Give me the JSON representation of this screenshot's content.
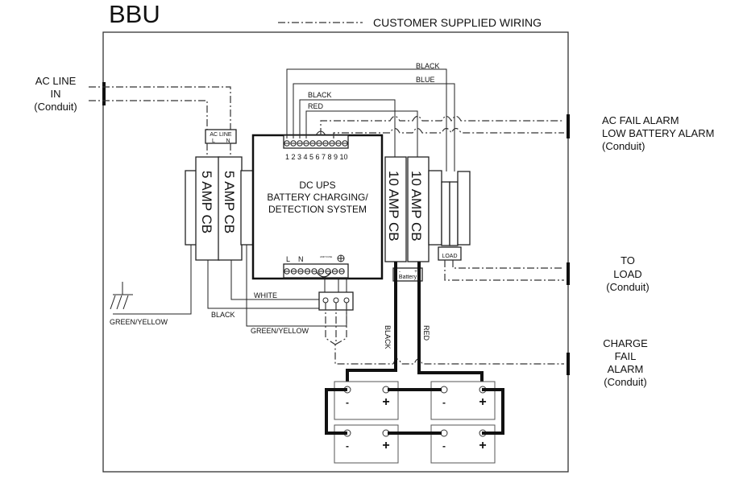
{
  "title": "BBU",
  "legend": {
    "label": "CUSTOMER SUPPLIED WIRING"
  },
  "external_labels": {
    "ac_line_in": [
      "AC LINE",
      "IN",
      "(Conduit)"
    ],
    "ac_fail_alarm": "AC FAIL ALARM",
    "low_battery_alarm": "LOW BATTERY ALARM",
    "alarm_conduit": "(Conduit)",
    "to_load": [
      "TO",
      "LOAD",
      "(Conduit)"
    ],
    "charge_fail_alarm": [
      "CHARGE",
      "FAIL",
      "ALARM",
      "(Conduit)"
    ]
  },
  "terminal_blocks": {
    "ac_line": {
      "label": "AC LINE",
      "l": "L",
      "n": "N"
    },
    "load": {
      "label": "LOAD",
      "minus": "-",
      "plus": "+"
    },
    "battery": {
      "label": "Battery",
      "minus": "-",
      "plus": "+"
    }
  },
  "main_unit": {
    "lines": [
      "DC UPS",
      "BATTERY CHARGING/",
      "DETECTION SYSTEM"
    ],
    "terminal_numbers": "1 2 3 4 5 6 7 8 9 10",
    "input_l": "L",
    "input_n": "N",
    "input_small_label": "AMP FUSE",
    "ground_symbol": "⊕"
  },
  "breakers": [
    {
      "label": "5 AMP CB"
    },
    {
      "label": "5 AMP CB"
    },
    {
      "label": "10 AMP CB"
    },
    {
      "label": "10 AMP CB"
    }
  ],
  "wire_labels": {
    "black_top": "BLACK",
    "blue": "BLUE",
    "black_inner": "BLACK",
    "red_inner": "RED",
    "white": "WHITE",
    "black_input": "BLACK",
    "green_yellow_input": "GREEN/YELLOW",
    "green_yellow_ground": "GREEN/YELLOW",
    "battery_black": "BLACK",
    "battery_red": "RED"
  },
  "batteries": [
    {
      "minus": "-",
      "plus": "+"
    },
    {
      "minus": "-",
      "plus": "+"
    },
    {
      "minus": "-",
      "plus": "+"
    },
    {
      "minus": "-",
      "plus": "+"
    }
  ]
}
